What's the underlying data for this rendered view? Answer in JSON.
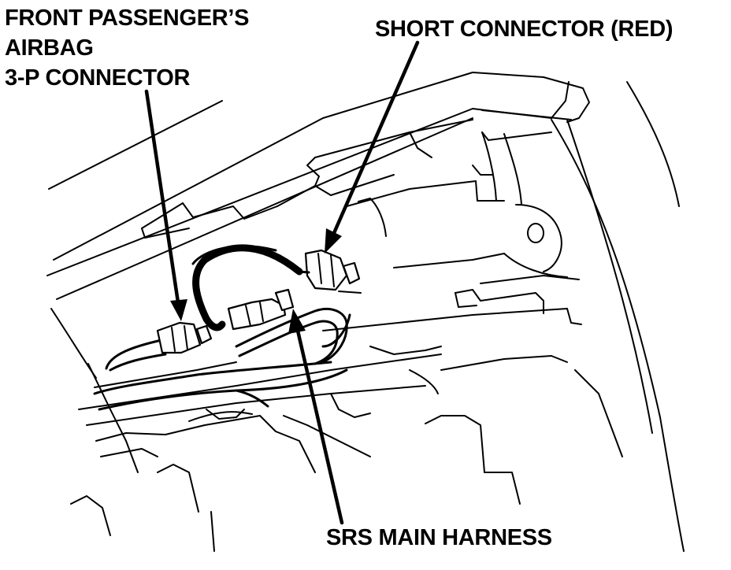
{
  "labels": {
    "airbag_connector": {
      "line1": "FRONT PASSENGER’S",
      "line2": "AIRBAG",
      "line3": "3-P CONNECTOR"
    },
    "short_connector": "SHORT CONNECTOR (RED)",
    "srs_main_harness": "SRS MAIN HARNESS"
  },
  "colors": {
    "ink": "#000000",
    "paper": "#ffffff"
  }
}
